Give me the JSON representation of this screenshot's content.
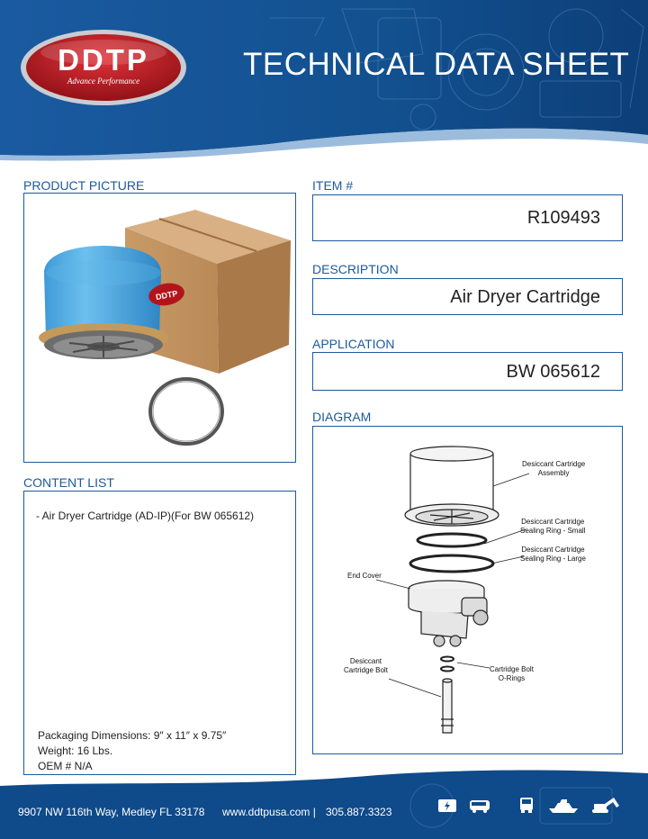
{
  "header": {
    "title": "TECHNICAL DATA SHEET",
    "logo_text": "DDTP",
    "logo_tagline": "Advance Performance"
  },
  "sections": {
    "product_picture": "PRODUCT PICTURE",
    "item": "ITEM #",
    "description": "DESCRIPTION",
    "application": "APPLICATION",
    "diagram": "DIAGRAM",
    "content_list": "CONTENT LIST"
  },
  "item_number": "R109493",
  "description": "Air Dryer Cartridge",
  "application": "BW 065612",
  "content_list": {
    "item": "- Air Dryer Cartridge (AD-IP)(For BW 065612)",
    "packaging": "Packaging Dimensions: 9″ x 11″ x 9.75″",
    "weight": "Weight: 16  Lbs.",
    "oem": "OEM # N/A"
  },
  "diagram_labels": {
    "desiccant_assembly": [
      "Desiccant Cartridge",
      "Assembly"
    ],
    "ring_small": [
      "Desiccant Cartridge",
      "Sealing Ring - Small"
    ],
    "ring_large": [
      "Desiccant Cartridge",
      "Sealing Ring - Large"
    ],
    "end_cover": "End Cover",
    "bolt": [
      "Desiccant",
      "Cartridge Bolt"
    ],
    "orings": [
      "Cartridge Bolt",
      "O-Rings"
    ]
  },
  "product_box_logo": "DDTP",
  "footer": {
    "address": "9907 NW 116th Way, Medley FL 33178",
    "website": "www.ddtpusa.com |",
    "phone": "305.887.3323",
    "icons": [
      "generator-icon",
      "bus-icon",
      "truck-icon",
      "boat-icon",
      "excavator-icon"
    ]
  },
  "colors": {
    "brand_blue": "#1c5a9c",
    "header_blue": "#0f4a8a",
    "logo_red": "#b3141b"
  }
}
